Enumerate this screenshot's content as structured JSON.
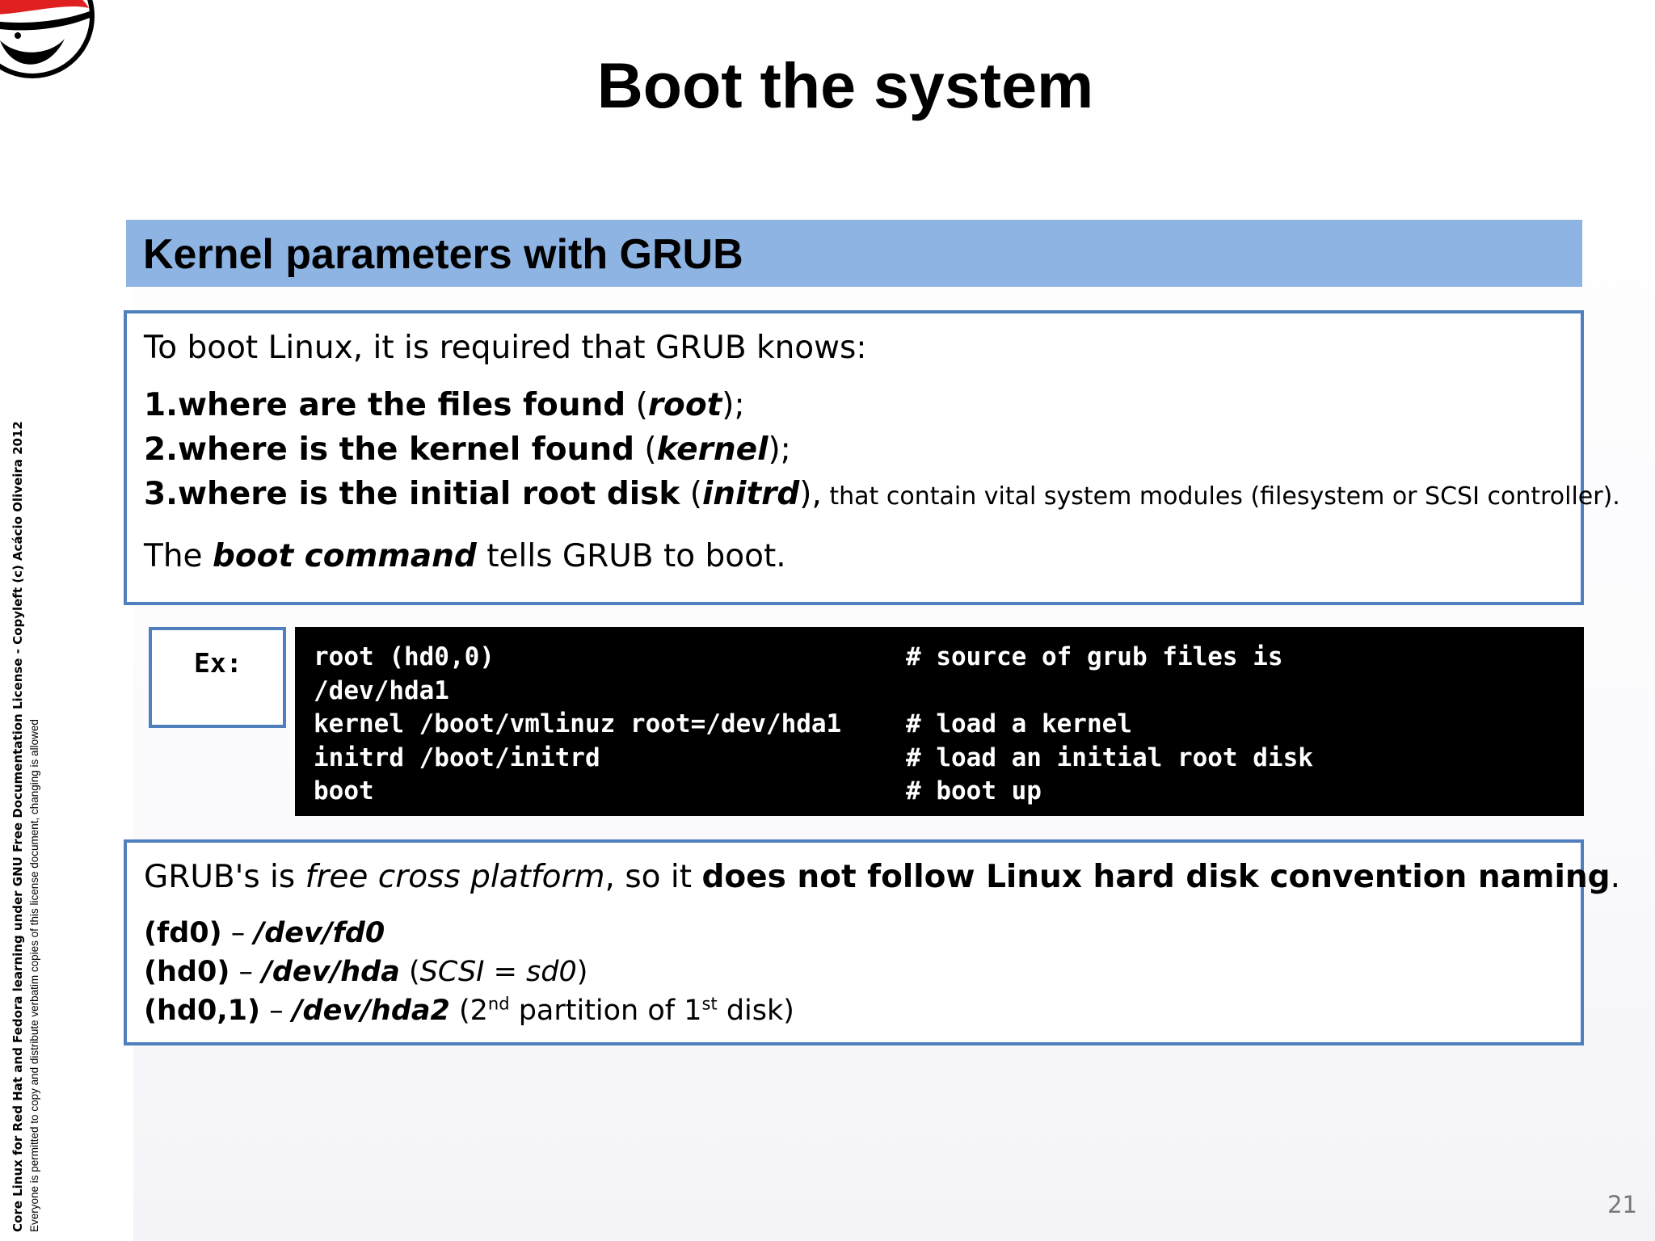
{
  "footer": {
    "license_line": "Core Linux for Red Hat and Fedora learning under GNU Free Documentation License  - Copyleft (c) Acácio Oliveira 2012",
    "permission_line": "Everyone is permitted to copy and distribute verbatim copies of this license document, changing is allowed"
  },
  "title": "Boot the system",
  "section": {
    "heading": "Kernel parameters with GRUB"
  },
  "requirements": {
    "intro": "To boot Linux, it is required that GRUB knows:",
    "items": [
      {
        "number": "1.",
        "text": "where are the files found",
        "open": " (",
        "term": "root",
        "close": ");",
        "note": ""
      },
      {
        "number": "2.",
        "text": "where is the kernel found",
        "open": " (",
        "term": "kernel",
        "close": ");",
        "note": ""
      },
      {
        "number": "3.",
        "text": "where is the initial root disk",
        "open": " (",
        "term": "initrd",
        "close": "),",
        "note": " that contain vital system modules (filesystem or SCSI controller)."
      }
    ],
    "boot_pre": "The ",
    "boot_term": "boot command",
    "boot_post": " tells GRUB to boot."
  },
  "example": {
    "label": "Ex:",
    "lines": [
      {
        "command": "root (hd0,0)",
        "comment": "# source of grub files is"
      },
      {
        "command": "/dev/hda1",
        "comment": ""
      },
      {
        "command": "kernel /boot/vmlinuz root=/dev/hda1",
        "comment": "# load a kernel"
      },
      {
        "command": "initrd /boot/initrd",
        "comment": "# load an initial root disk"
      },
      {
        "command": "boot",
        "comment": "# boot up"
      }
    ]
  },
  "naming": {
    "pre": "GRUB's is ",
    "italic": "free cross platform",
    "mid": ", so it ",
    "bold": "does not follow Linux hard disk convention naming",
    "end": ".",
    "dash": " – ",
    "rows": [
      {
        "id": "(fd0)",
        "path": "/dev/fd0",
        "note": ""
      },
      {
        "id": "(hd0)",
        "path": "/dev/hda",
        "note_open": " (",
        "note_italic": "SCSI = sd0",
        "note_close": ")"
      },
      {
        "id": "(hd0,1)",
        "path": "/dev/hda2",
        "n1": " (2",
        "s1": "nd",
        "n2": " partition of 1",
        "s2": "st",
        "n3": " disk)"
      }
    ]
  },
  "page_number": "21",
  "colors": {
    "section_bar": "#8eb4e3",
    "box_border": "#4f7fbd",
    "code_bg": "#000000",
    "logo_red": "#e02020"
  }
}
